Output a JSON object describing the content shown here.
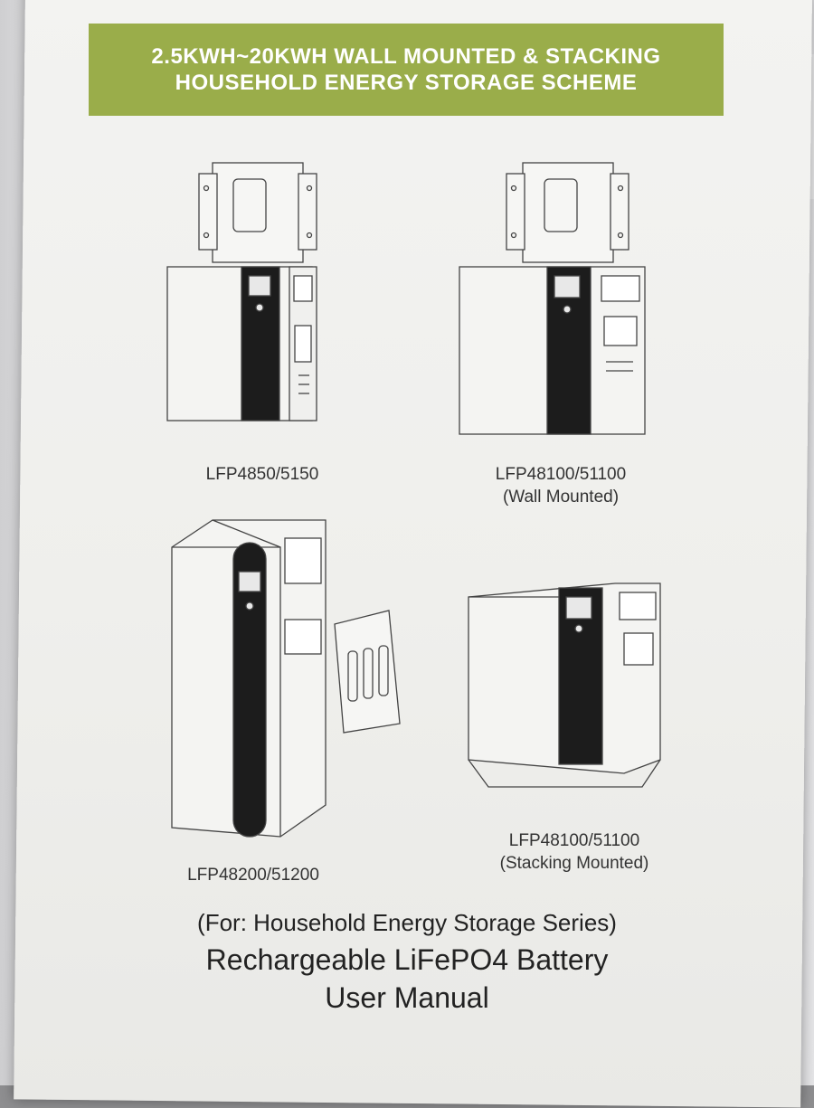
{
  "banner": {
    "line1": "2.5KWH~20KWH WALL MOUNTED & STACKING",
    "line2": "HOUSEHOLD ENERGY STORAGE SCHEME",
    "color": "#9aad4a"
  },
  "products": [
    {
      "model": "LFP4850/5150",
      "mount": ""
    },
    {
      "model": "LFP48100/51100",
      "mount": "(Wall Mounted)"
    },
    {
      "model": "LFP48200/51200",
      "mount": ""
    },
    {
      "model": "LFP48100/51100",
      "mount": "(Stacking Mounted)"
    }
  ],
  "footer": {
    "series": "(For: Household Energy Storage Series)",
    "title_line1": "Rechargeable LiFePO4 Battery",
    "title_line2": "User Manual"
  }
}
